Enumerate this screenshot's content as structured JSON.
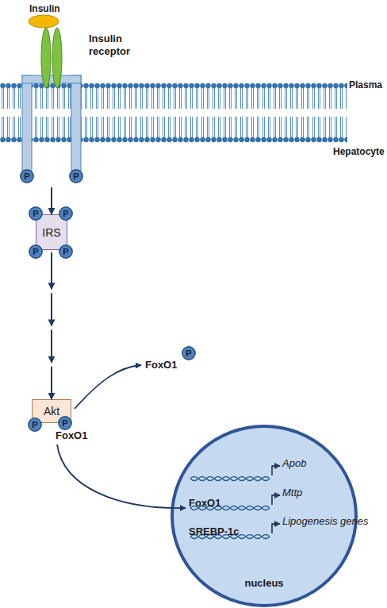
{
  "diagram": {
    "nodes": [
      {
        "text": [
          "Insulin receptor"
        ]
      },
      {
        "text": [
          "P"
        ],
        "in": 0
      },
      {
        "text": [
          "P"
        ],
        "in": 0
      },
      {
        "text": [
          "IRS"
        ]
      },
      {
        "text": [
          "P"
        ],
        "in": 3
      },
      {
        "text": [
          "P"
        ],
        "in": 3
      },
      {
        "text": [
          "P"
        ],
        "in": 3
      },
      {
        "text": [
          "P"
        ],
        "in": 3
      },
      {
        "text": [
          "Akt"
        ]
      },
      {
        "text": [
          "P"
        ],
        "in": 8
      },
      {
        "text": [
          "P"
        ],
        "in": 8
      },
      {
        "text": [
          "P"
        ]
      },
      {
        "text": [
          "nucleus"
        ]
      }
    ],
    "edges": [
      {
        "from": 0,
        "to": 3,
        "arrow": "to"
      },
      {
        "from": 3,
        "to": 8,
        "arrow": "to"
      }
    ],
    "labels": [
      "Insulin",
      "Plasma",
      "Hepatocyte",
      "FoxO1",
      "FoxO1",
      "Apob",
      "FoxO1",
      "Mttp",
      "SREBP-1c",
      "Lipogenesis genes"
    ]
  }
}
